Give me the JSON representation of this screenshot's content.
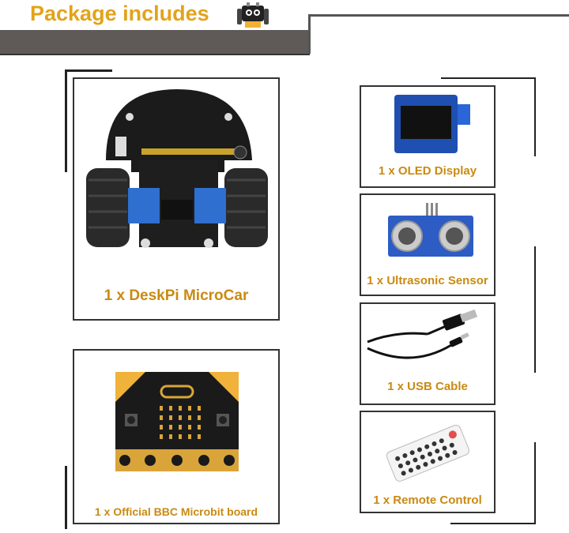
{
  "header": {
    "title": "Package includes",
    "icon": "robot-car-icon"
  },
  "items": {
    "microcar": "1 x DeskPi MicroCar",
    "microbit": "1 x Official BBC Microbit board",
    "oled": "1 x OLED Display",
    "ultrasonic": "1 x Ultrasonic Sensor",
    "usb": "1 x USB Cable",
    "remote": "1 x Remote Control"
  },
  "colors": {
    "label": "#c98a12",
    "title": "#e2a31a",
    "band": "#5f5a57"
  }
}
